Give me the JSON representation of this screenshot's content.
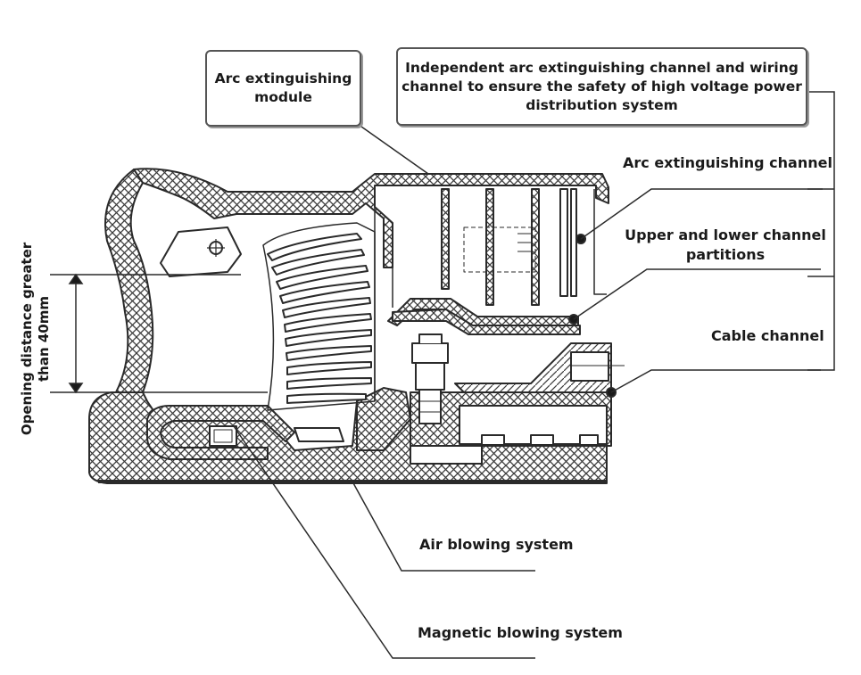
{
  "callouts": {
    "arc_module": {
      "line1": "Arc extinguishing",
      "line2": "module"
    },
    "independent_channel": {
      "line1": "Independent arc extinguishing channel and wiring",
      "line2": "channel to ensure the safety of high voltage power",
      "line3": "distribution system"
    },
    "arc_channel": "Arc extinguishing channel",
    "partitions": {
      "line1": "Upper and lower channel",
      "line2": "partitions"
    },
    "cable_channel": "Cable channel",
    "air_blowing": "Air blowing system",
    "magnetic_blowing": "Magnetic blowing system",
    "opening_distance": {
      "line1": "Opening distance greater",
      "line2": "than 40mm"
    }
  },
  "colors": {
    "line": "#2a2a2a",
    "hatch": "#3a3a3a",
    "box_border": "#555555"
  }
}
